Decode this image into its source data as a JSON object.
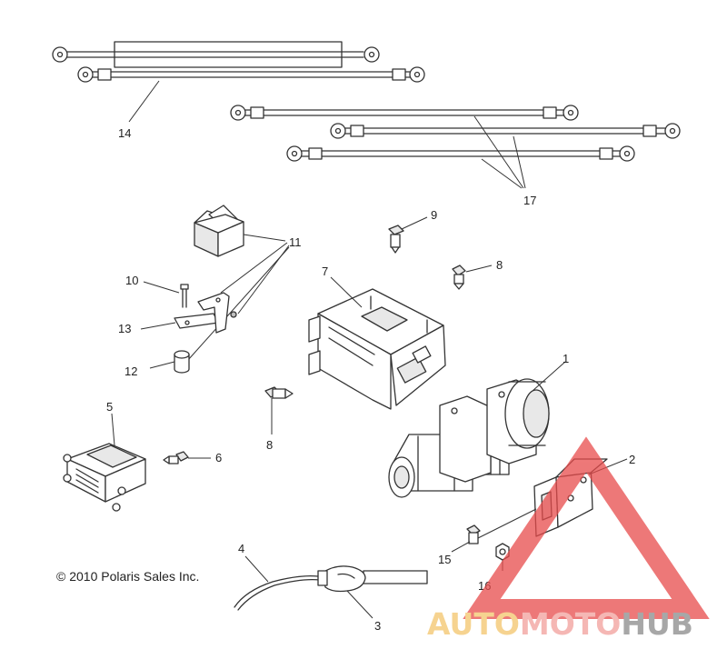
{
  "copyright": "© 2010 Polaris Sales Inc.",
  "callouts": [
    {
      "num": "1"
    },
    {
      "num": "2"
    },
    {
      "num": "3"
    },
    {
      "num": "4"
    },
    {
      "num": "5"
    },
    {
      "num": "6"
    },
    {
      "num": "7"
    },
    {
      "num": "8"
    },
    {
      "num": "8"
    },
    {
      "num": "9"
    },
    {
      "num": "10"
    },
    {
      "num": "11"
    },
    {
      "num": "12"
    },
    {
      "num": "13"
    },
    {
      "num": "14"
    },
    {
      "num": "15"
    },
    {
      "num": "16"
    },
    {
      "num": "17"
    }
  ],
  "watermark": {
    "part1": "AUTO",
    "part2": "MOTO",
    "part3": "HUB",
    "colors": {
      "orange": "#f3c56b",
      "pink": "#f2a09c",
      "gray": "#8a8a8a",
      "triangle": "#e84c4c"
    }
  }
}
